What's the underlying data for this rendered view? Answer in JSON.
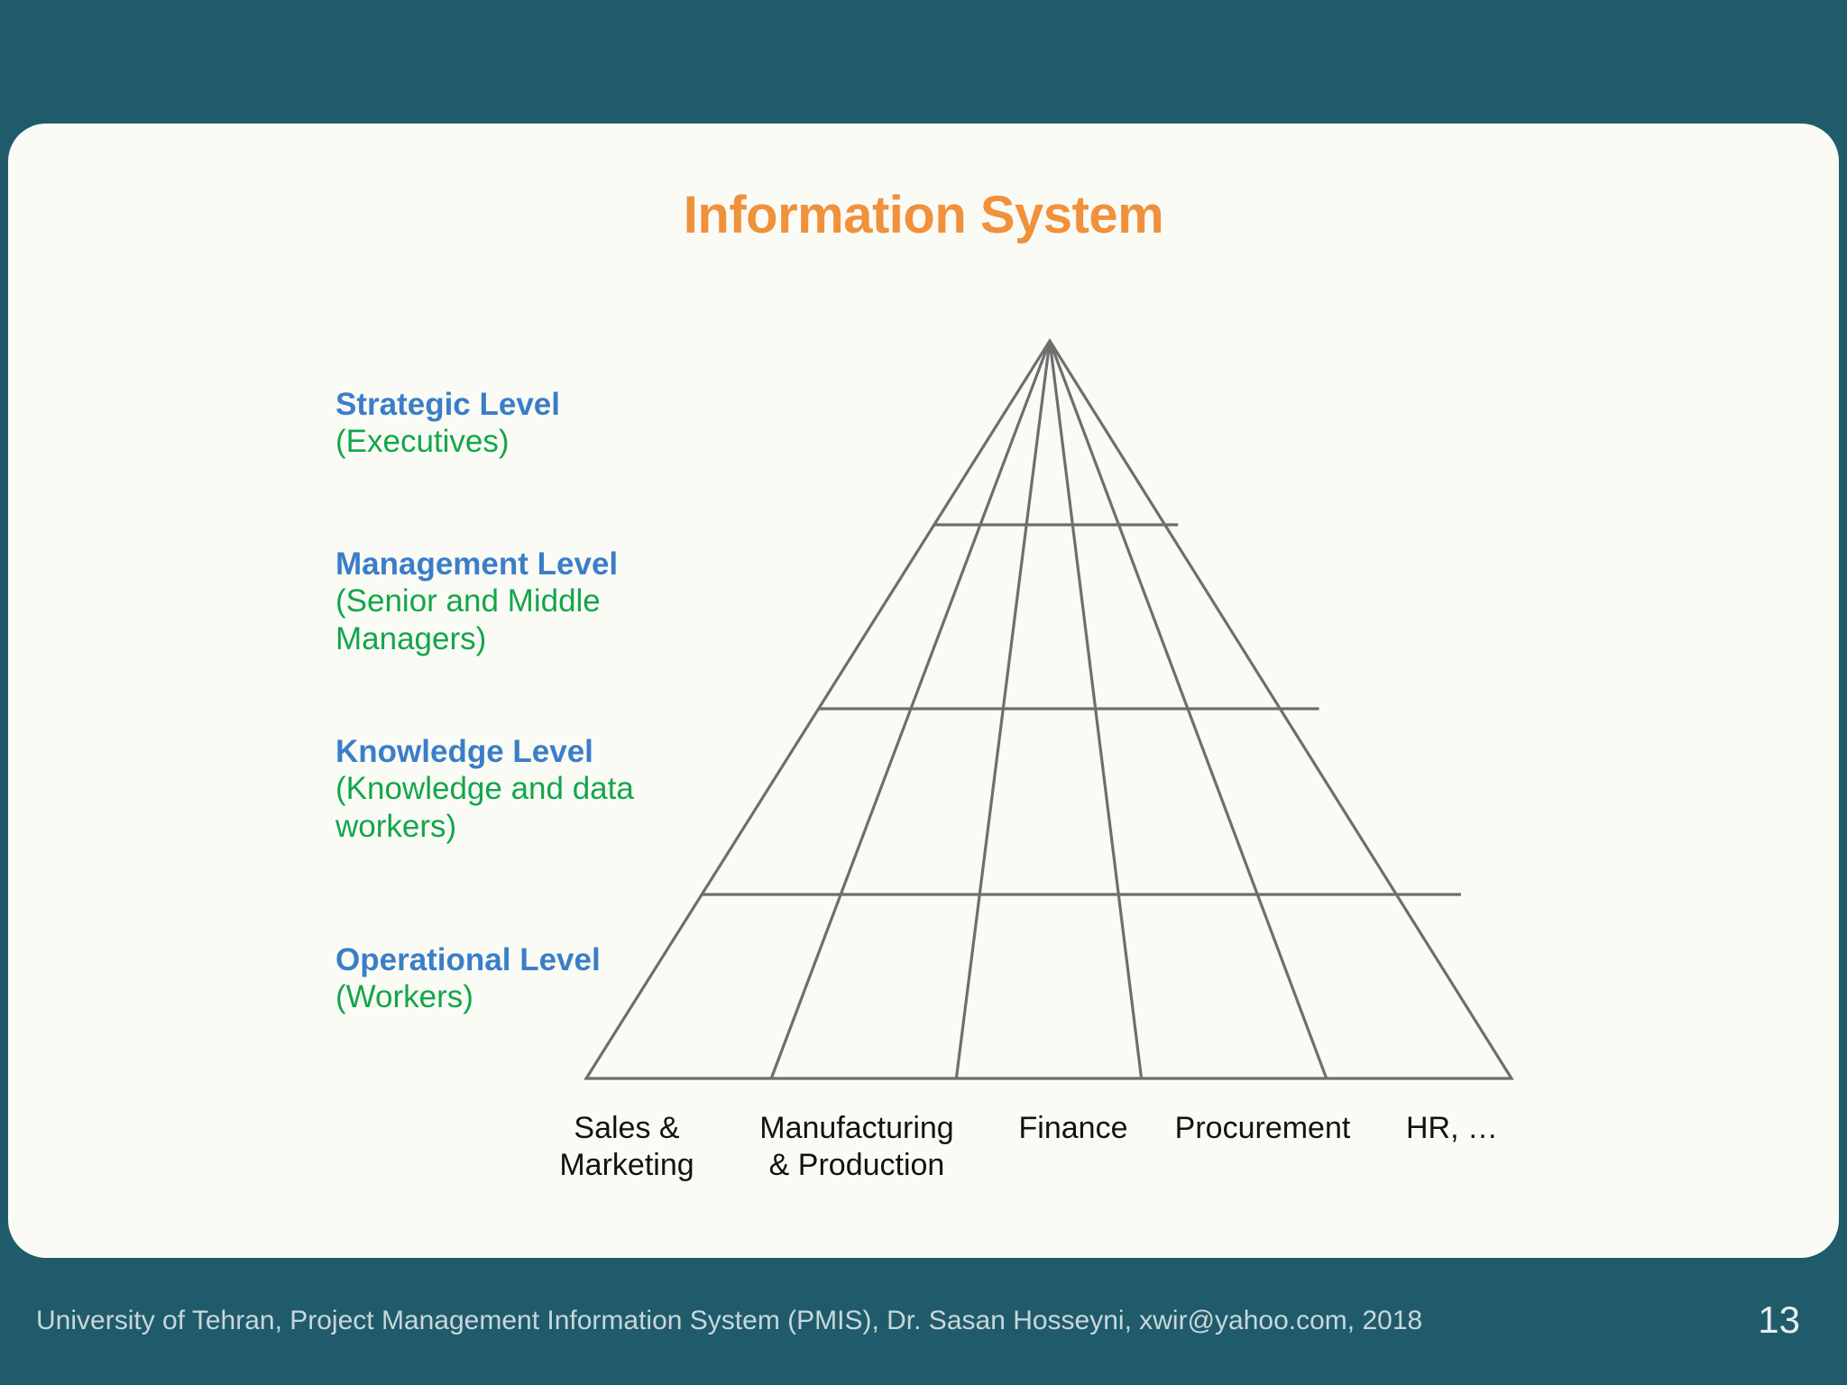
{
  "slide": {
    "title": "Information System",
    "page_number": "13",
    "footer": "University of Tehran, Project Management Information System (PMIS), Dr. Sasan Hosseyni, xwir@yahoo.com, 2018"
  },
  "colors": {
    "background_teal": "#205b6b",
    "card_cream": "#fbfbf6",
    "title_orange": "#f0913c",
    "level_blue": "#3a7ec8",
    "level_green": "#12a64a",
    "pyramid_line": "#6e6e6e",
    "column_label": "#121212",
    "footer_text": "#c8d7da"
  },
  "levels": [
    {
      "title": "Strategic Level",
      "subtitle": "(Executives)"
    },
    {
      "title": "Management Level",
      "subtitle": "(Senior and Middle Managers)"
    },
    {
      "title": "Knowledge Level",
      "subtitle": "(Knowledge and data workers)"
    },
    {
      "title": "Operational Level",
      "subtitle": "(Workers)"
    }
  ],
  "columns": [
    "Sales &\nMarketing",
    "Manufacturing\n& Production",
    "Finance",
    "Procurement",
    "HR, …"
  ],
  "chart_data": {
    "type": "diagram",
    "shape": "pyramid",
    "title": "Information System",
    "rows": 4,
    "columns": 5,
    "row_labels": [
      "Strategic Level (Executives)",
      "Management Level (Senior and Middle Managers)",
      "Knowledge Level (Knowledge and data workers)",
      "Operational Level (Workers)"
    ],
    "column_labels": [
      "Sales & Marketing",
      "Manufacturing & Production",
      "Finance",
      "Procurement",
      "HR, …"
    ],
    "geometry": {
      "apex": [
        564,
        28
      ],
      "base_left": [
        50,
        846
      ],
      "base_right": [
        1076,
        846
      ],
      "horizontal_divider_y": [
        232,
        436,
        642
      ],
      "note": "coordinates in pyramid-local px; 4 rays from apex to base split it into 5 columns"
    }
  }
}
